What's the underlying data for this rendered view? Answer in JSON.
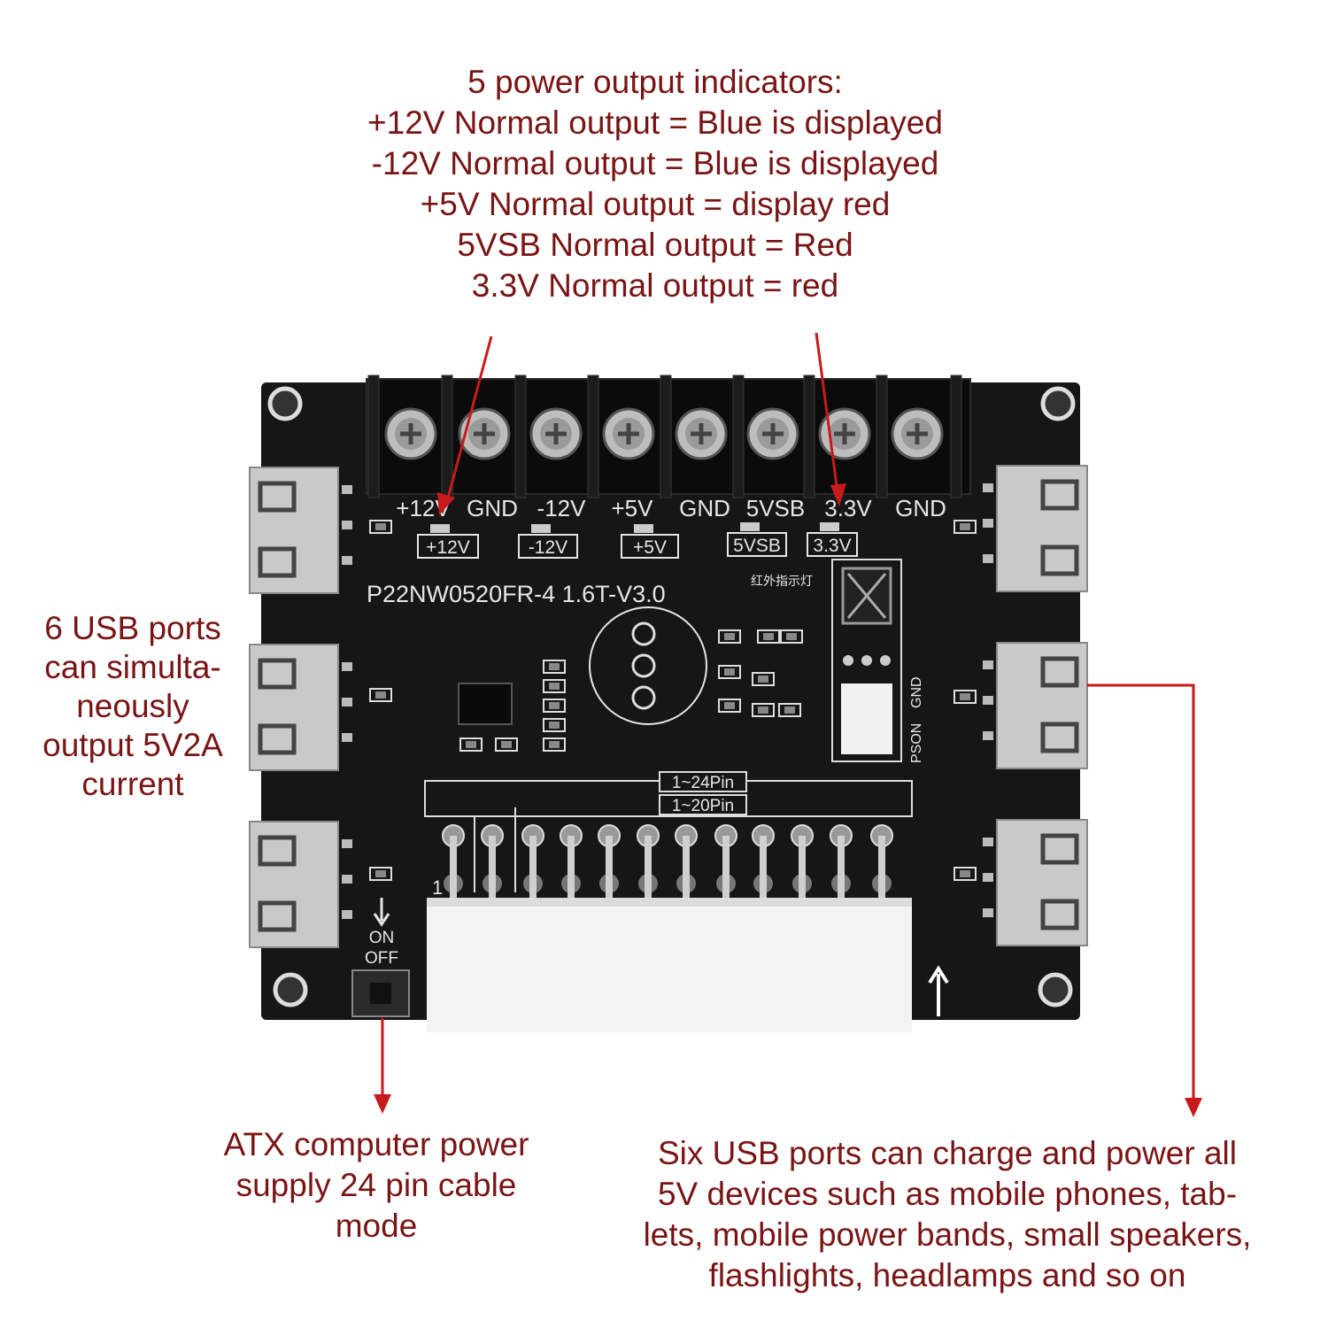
{
  "captions": {
    "top": {
      "lines": [
        "5 power output indicators:",
        "+12V Normal output = Blue is displayed",
        "-12V Normal output = Blue is displayed",
        "+5V Normal output = display red",
        "5VSB Normal output = Red",
        "3.3V Normal output = red"
      ]
    },
    "left": {
      "lines": [
        "6 USB ports",
        "can simulta-",
        "neously",
        "output 5V2A",
        "current"
      ]
    },
    "bottom_left": {
      "lines": [
        "ATX computer power",
        "supply 24 pin cable",
        "mode"
      ]
    },
    "bottom_right": {
      "lines": [
        "Six USB ports can charge and power all",
        "5V devices such as mobile phones, tab-",
        "lets, mobile power bands, small speakers,",
        "flashlights, headlamps and so on"
      ]
    }
  },
  "board": {
    "terminal_labels": [
      "+12V",
      "GND",
      "-12V",
      "+5V",
      "GND",
      "5VSB",
      "3.3V",
      "GND"
    ],
    "led_labels": [
      "+12V",
      "-12V",
      "+5V",
      "5VSB",
      "3.3V"
    ],
    "model": "P22NW0520FR-4 1.6T-V3.0",
    "ir_label": "红外指示灯",
    "pin24_label": "1~24Pin",
    "pin20_label": "1~20Pin",
    "pin1_label": "1",
    "switch_label_on": "ON",
    "switch_label_off": "OFF",
    "pson_label": "PSON",
    "gnd_label": "GND"
  },
  "colors": {
    "caption_text": "#7a1414",
    "arrow": "#c81a1a",
    "board": "#161616",
    "silkscreen": "#e6e6e6"
  }
}
